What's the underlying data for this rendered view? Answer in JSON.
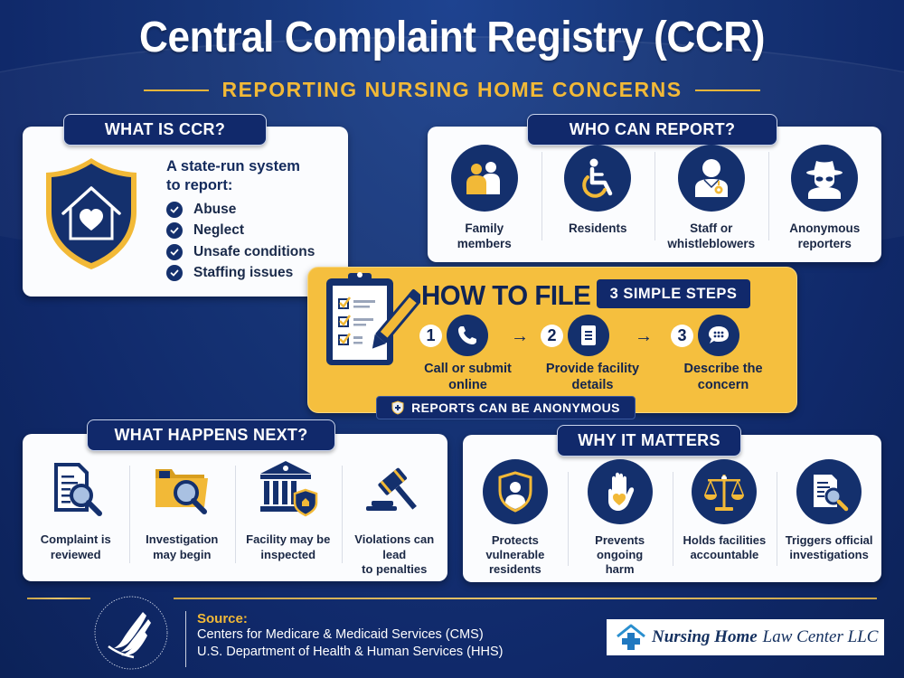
{
  "header": {
    "title": "Central Complaint Registry (CCR)",
    "subtitle": "REPORTING NURSING HOME CONCERNS"
  },
  "what_is_ccr": {
    "heading": "WHAT IS CCR?",
    "icon": "shield-house-heart-icon",
    "intro_line1": "A state-run system",
    "intro_line2": "to report:",
    "items": [
      {
        "label": "Abuse",
        "icon": "check-circle-icon"
      },
      {
        "label": "Neglect",
        "icon": "check-circle-icon"
      },
      {
        "label": "Unsafe conditions",
        "icon": "check-circle-icon"
      },
      {
        "label": "Staffing issues",
        "icon": "check-circle-icon"
      }
    ]
  },
  "who_can_report": {
    "heading": "WHO CAN REPORT?",
    "items": [
      {
        "line1": "Family",
        "line2": "members",
        "icon": "family-icon"
      },
      {
        "line1": "Residents",
        "line2": "",
        "icon": "wheelchair-icon"
      },
      {
        "line1": "Staff or",
        "line2": "whistleblowers",
        "icon": "staff-icon"
      },
      {
        "line1": "Anonymous",
        "line2": "reporters",
        "icon": "anonymous-spy-icon"
      }
    ]
  },
  "how_to_file": {
    "heading": "HOW TO FILE",
    "badge": "3 SIMPLE STEPS",
    "steps": [
      {
        "number": "1",
        "line1": "Call or submit",
        "line2": "online",
        "icon": "phone-icon"
      },
      {
        "number": "2",
        "line1": "Provide facility",
        "line2": "details",
        "icon": "document-icon"
      },
      {
        "number": "3",
        "line1": "Describe the",
        "line2": "concern",
        "icon": "chat-bubble-icon"
      }
    ],
    "arrow": "→",
    "anonymous_note": "REPORTS CAN BE ANONYMOUS"
  },
  "what_happens_next": {
    "heading": "WHAT HAPPENS NEXT?",
    "items": [
      {
        "line1": "Complaint is",
        "line2": "reviewed",
        "icon": "document-search-icon"
      },
      {
        "line1": "Investigation",
        "line2": "may begin",
        "icon": "folder-search-icon"
      },
      {
        "line1": "Facility may be",
        "line2": "inspected",
        "icon": "building-shield-icon"
      },
      {
        "line1": "Violations can lead",
        "line2": "to penalties",
        "icon": "gavel-icon"
      }
    ]
  },
  "why_it_matters": {
    "heading": "WHY IT MATTERS",
    "items": [
      {
        "line1": "Protects",
        "line2": "vulnerable",
        "line3": "residents",
        "icon": "shield-person-icon"
      },
      {
        "line1": "Prevents",
        "line2": "ongoing",
        "line3": "harm",
        "icon": "hand-heart-icon"
      },
      {
        "line1": "Holds facilities",
        "line2": "accountable",
        "line3": "",
        "icon": "scales-icon"
      },
      {
        "line1": "Triggers official",
        "line2": "investigations",
        "line3": "",
        "icon": "document-search-icon"
      }
    ]
  },
  "footer": {
    "source_label": "Source:",
    "source_lines": [
      "Centers for Medicare & Medicaid Services (CMS)",
      "U.S. Department of Health & Human Services (HHS)"
    ],
    "logo_name": "hhs-seal",
    "brand_bold": "Nursing Home",
    "brand_light": "Law Center LLC"
  },
  "colors": {
    "navy": "#14306d",
    "gold": "#f5bf3e",
    "background": "#173678",
    "panel": "#fbfcfe"
  }
}
